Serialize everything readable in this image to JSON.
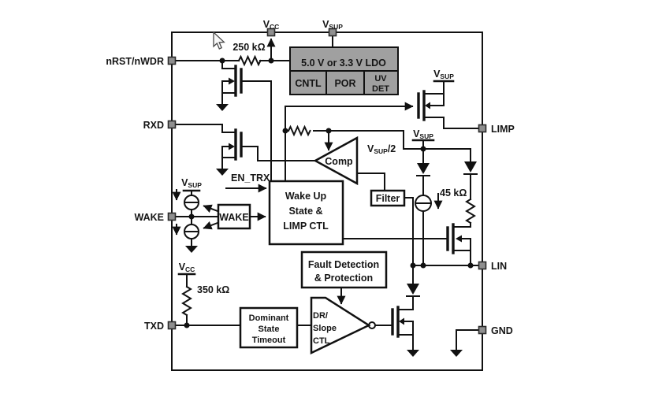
{
  "figure": {
    "pins": {
      "nrst": "nRST/nWDR",
      "rxd": "RXD",
      "wake": "WAKE",
      "txd": "TXD",
      "limp": "LIMP",
      "lin": "LIN",
      "gnd": "GND"
    },
    "supplies": {
      "v": "V",
      "cc": "CC",
      "sup": "SUP",
      "half_suffix": "/2"
    },
    "resistors": {
      "r250": "250 kΩ",
      "r350": "350 kΩ",
      "r45": "45 kΩ"
    },
    "blocks": {
      "ldo": "5.0 V or 3.3 V LDO",
      "cntl": "CNTL",
      "por": "POR",
      "uv_line1": "UV",
      "uv_line2": "DET",
      "comp": "Comp",
      "filter": "Filter",
      "wake": "WAKE",
      "wakeup_line1": "Wake Up",
      "wakeup_line2": "State &",
      "wakeup_line3": "LIMP CTL",
      "fault_line1": "Fault Detection",
      "fault_line2": "& Protection",
      "dominant_line1": "Dominant",
      "dominant_line2": "State",
      "dominant_line3": "Timeout",
      "slope_line1": "DR/",
      "slope_line2": "Slope",
      "slope_line3": "CTL"
    },
    "signals": {
      "en_trx": "EN_TRX"
    },
    "colors": {
      "line": "#111111",
      "block_gray": "#a0a0a0",
      "pin_gray": "#8f8f8f",
      "background": "#ffffff"
    }
  }
}
